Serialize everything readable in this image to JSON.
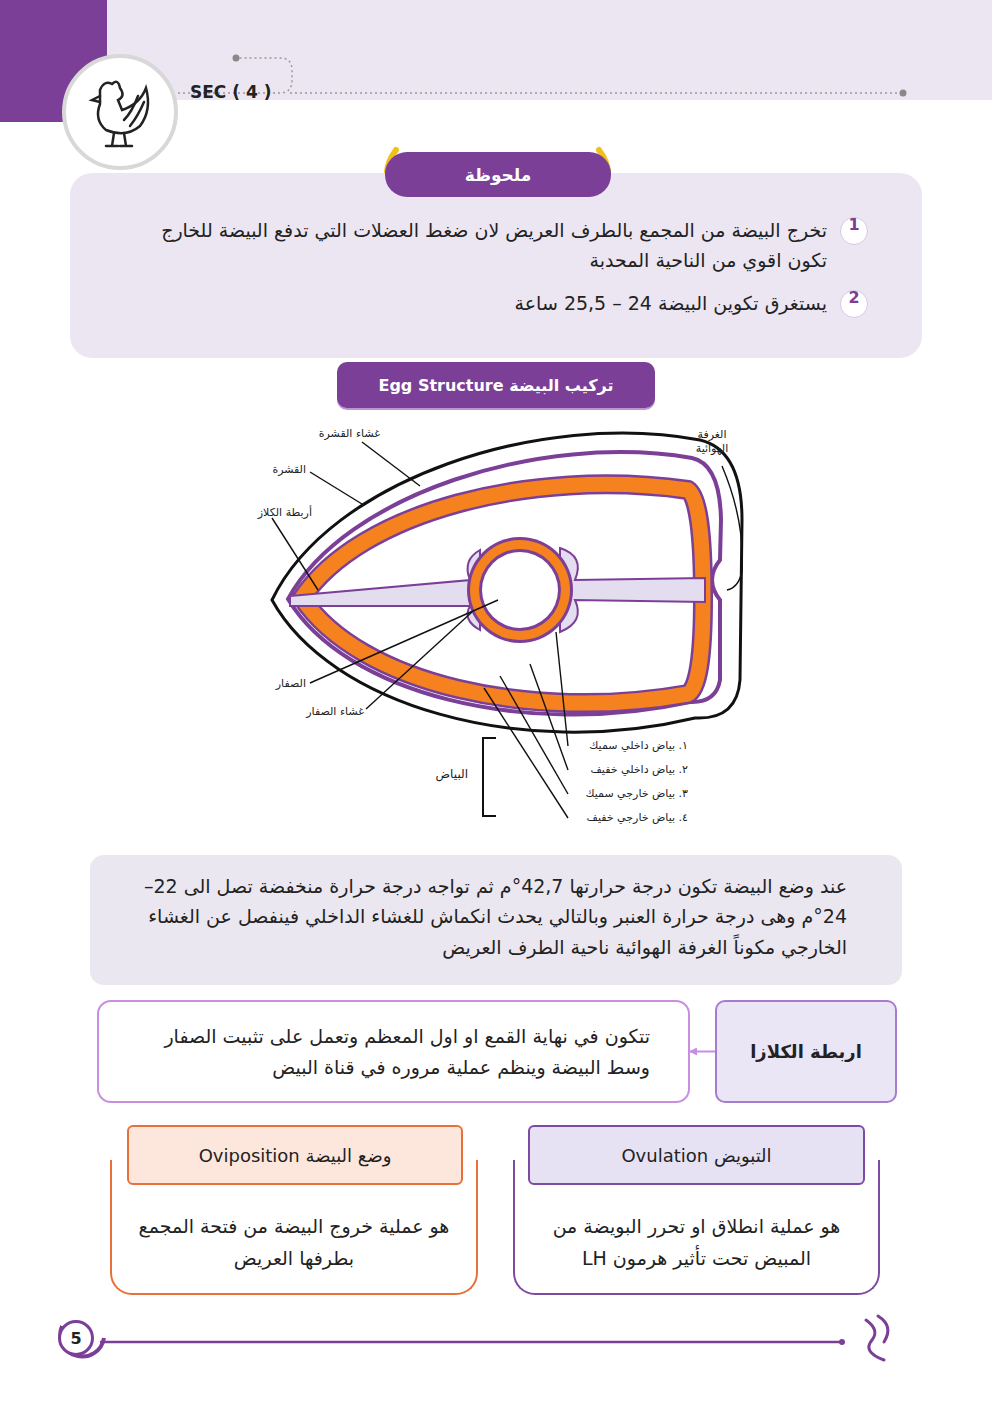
{
  "diagram": {
    "title": "تركيب البيضة Egg Structure",
    "nodes": [
      {
        "text": [
          "ملحوظة"
        ]
      },
      {
        "text": [
          "تخرج البيضة من المجمع بالطرف العريض لان ضغط العضلات التي تدفع البيضة للخارج تكون اقوي من الناحية المحدبة",
          "يستغرق تكوين البيضة 24 – 25,5 ساعة"
        ]
      },
      {
        "text": [
          "1"
        ],
        "in": 1
      },
      {
        "text": [
          "2"
        ],
        "in": 1
      },
      {
        "text": [
          "تركيب البيضة Egg Structure"
        ]
      },
      {
        "text": [
          "عند وضع البيضة تكون درجة حرارتها 42,7°م ثم تواجه درجة حرارة منخفضة تصل الى 22–24°م وهى درجة حرارة العنبر وبالتالي يحدث انكماش للغشاء الداخلي فينفصل عن الغشاء الخارجي مكوناً الغرفة الهوائية ناحية الطرف العريض"
        ]
      },
      {
        "text": [
          "اربطة الكلازا"
        ]
      },
      {
        "text": [
          "تتكون في نهاية القمع او اول المعظم وتعمل على تثبيت الصفار وسط البيضة وينظم عملية مروره في قناة البيض"
        ]
      },
      {
        "text": [
          "وضع البيضة Oviposition"
        ]
      },
      {
        "text": [
          "هو عملية خروج البيضة من فتحة المجمع بطرفها العريض"
        ]
      },
      {
        "text": [
          "التبويض Ovulation"
        ]
      },
      {
        "text": [
          "هو عملية انطلاق او تحرر البويضة من المبيض تحت تأثير هرمون LH"
        ]
      },
      {
        "text": [
          "5"
        ]
      }
    ],
    "edges": [
      {
        "from": 6,
        "to": 7,
        "arrow": "to"
      }
    ],
    "labels": [
      "SEC ( 4 )",
      "غشاء القشرة",
      "القشرة",
      "أربطة الكلاز",
      "الغرفة الهوائية",
      "الصفار",
      "غشاء الصفار",
      "البياض",
      "١. بياض داخلي سميك",
      "٢. بياض داخلي خفيف",
      "٣. بياض خارجي سميك",
      "٤. بياض خارجي خفيف"
    ]
  }
}
